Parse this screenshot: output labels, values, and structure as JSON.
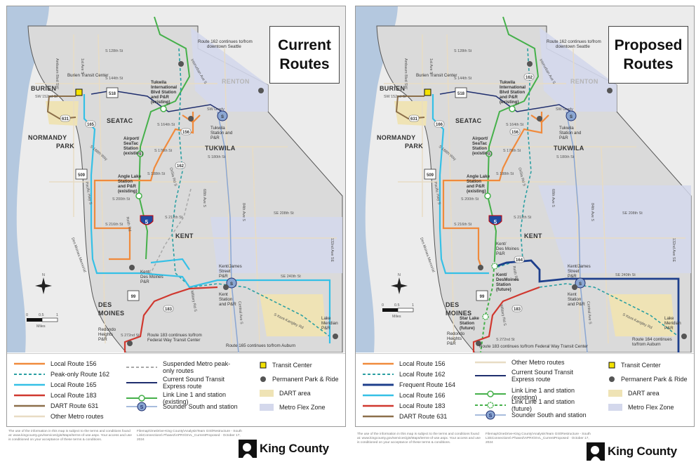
{
  "colors": {
    "water": "#b4c8df",
    "land": "#dcdcdc",
    "route156": "#f08a3c",
    "route162": "#2a9fa2",
    "route164": "#1e3f8c",
    "route165": "#35c0e6",
    "route166": "#35c0e6",
    "route183": "#d0382f",
    "route631": "#8c6f4a",
    "other_routes": "#e8dcc4",
    "suspended": "#a8a8a8",
    "link_line": "#45b04a",
    "express": "#1f2e6e",
    "sounder": "#8aa6d2",
    "dart_area": "#efe3b5",
    "flex_zone": "#d4d8ec"
  },
  "current": {
    "title_line1": "Current",
    "title_line2": "Routes",
    "map": {
      "cities": [
        "BURIEN",
        "SEATAC",
        "NORMANDY",
        "PARK",
        "TUKWILA",
        "KENT",
        "DES",
        "MOINES",
        "RENTON"
      ],
      "stations": {
        "burien_tc": "Burien Transit Center",
        "tukwila_intl": [
          "Tukwila",
          "International",
          "Blvd Station",
          "and P&R",
          "(existing)"
        ],
        "airport": [
          "Airport/",
          "SeaTac",
          "Station",
          "(existing)"
        ],
        "angle_lake": [
          "Angle Lake",
          "Station",
          "and P&R",
          "(existing)"
        ],
        "tukwila_station": [
          "Tukwila",
          "Station and",
          "P&R"
        ],
        "kent_des_moines_pr": [
          "Kent/",
          "Des Moines",
          "P&R"
        ],
        "kent_james": [
          "Kent/James",
          "Street",
          "P&R"
        ],
        "kent_station": [
          "Kent",
          "Station",
          "and P&R"
        ],
        "lake_meridian": [
          "Lake",
          "Meridian",
          "P&R"
        ],
        "redondo": [
          "Redondo",
          "Heights",
          "P&R"
        ]
      },
      "streets": [
        "S 128th St",
        "S 144th St",
        "SW 152nd St",
        "S 164th St",
        "S 176th St",
        "S 180th St",
        "S 188th St",
        "S 200th St",
        "S 212th St",
        "S 216th St",
        "SE 208th St",
        "SE 240th St",
        "S 272nd St",
        "SW Grady",
        "Ambaum Blvd SW",
        "1st Ave S",
        "Interurban Ave S",
        "Military Rd S",
        "68th Ave S",
        "84th Ave S",
        "132nd Ave SE",
        "Central Ave S",
        "S 188th Way",
        "Reith Rd",
        "Des Moines Memorial",
        "S Kent-Kangley Rd",
        "Orillia Rd S",
        "Pacific Hwy S"
      ],
      "shields": [
        "156",
        "165",
        "162",
        "183",
        "631",
        "518",
        "509",
        "99",
        "5"
      ],
      "notes": {
        "route162_seattle": [
          "Route 162 continues to/from",
          "downtown Seattle"
        ],
        "route183": [
          "Route 183 continues to/from",
          "Federal Way Transit Center"
        ],
        "route165": "Route 165 continues to/from Auburn"
      }
    },
    "legend": {
      "col1": [
        "Local Route 156",
        "Peak-only Route 162",
        "Local Route 165",
        "Local Route 183",
        "DART Route 631",
        "Other Metro routes"
      ],
      "col2": [
        "Suspended Metro peak-only routes",
        "Current Sound Transit Express route",
        "Link Line 1 and station (existing)",
        "Sounder South and station"
      ],
      "col3": [
        "Transit Center",
        "Permanent Park & Ride",
        "DART area",
        "Metro Flex Zone"
      ]
    },
    "fineprint_left": "The use of the information in this map is subject to the terms and conditions found at: www.kingcounty.gov/services/gis/Maps/terms-of-use.aspx. Your access and use is conditioned on your acceptance of these terms & conditions.",
    "fineprint_right": "Filemap\\OneDrive-King County\\AnalysisTeam GIS\\Restructure - South LinkConnections\\ Phase2\\APRX\\SVL_CurrentProposed · October 17, 2024",
    "logo_text": "King County"
  },
  "proposed": {
    "title_line1": "Proposed",
    "title_line2": "Routes",
    "map": {
      "stations_extra": {
        "kent_des_moines_station": [
          "Kent/",
          "DesMoines",
          "Station",
          "(future)"
        ],
        "star_lake": [
          "Star Lake",
          "Station",
          "(future)"
        ]
      },
      "shields": [
        "156",
        "166",
        "162",
        "164",
        "183",
        "631",
        "518",
        "509",
        "99",
        "5"
      ],
      "notes": {
        "route162_seattle": [
          "Route 162 continues to/from",
          "downtown Seattle"
        ],
        "route183": "Route 183 continues to/from Federal Way Transit Center",
        "route164": [
          "Route 164 continues",
          "to/from Auburn"
        ]
      }
    },
    "legend": {
      "col1": [
        "Local Route 156",
        "Local Route 162",
        "Frequent Route 164",
        "Local Route 166",
        "Local Route 183",
        "DART Route 631"
      ],
      "col2": [
        "Other Metro routes",
        "Current Sound Transit Express route",
        "Link Line 1 and station (existing)",
        "Link Line 1 and station (future)",
        "Sounder South and station"
      ],
      "col3": [
        "Transit Center",
        "Permanent Park & Ride",
        "DART area",
        "Metro Flex Zone"
      ]
    },
    "fineprint_left": "The use of the information in this map is subject to the terms and conditions found at: www.kingcounty.gov/services/gis/Maps/terms-of-use.aspx. Your access and use is conditioned on your acceptance of these terms & conditions.",
    "fineprint_right": "Filemap\\OneDrive-King County\\AnalysisTeam GIS\\Restructure - South LinkConnections\\ Phase2\\APRX\\SVL_CurrentProposed · October 17, 2024",
    "logo_text": "King County"
  },
  "scale": {
    "ticks": [
      "0",
      "0.5",
      "1"
    ],
    "unit": "Miles"
  },
  "north_label": "N"
}
